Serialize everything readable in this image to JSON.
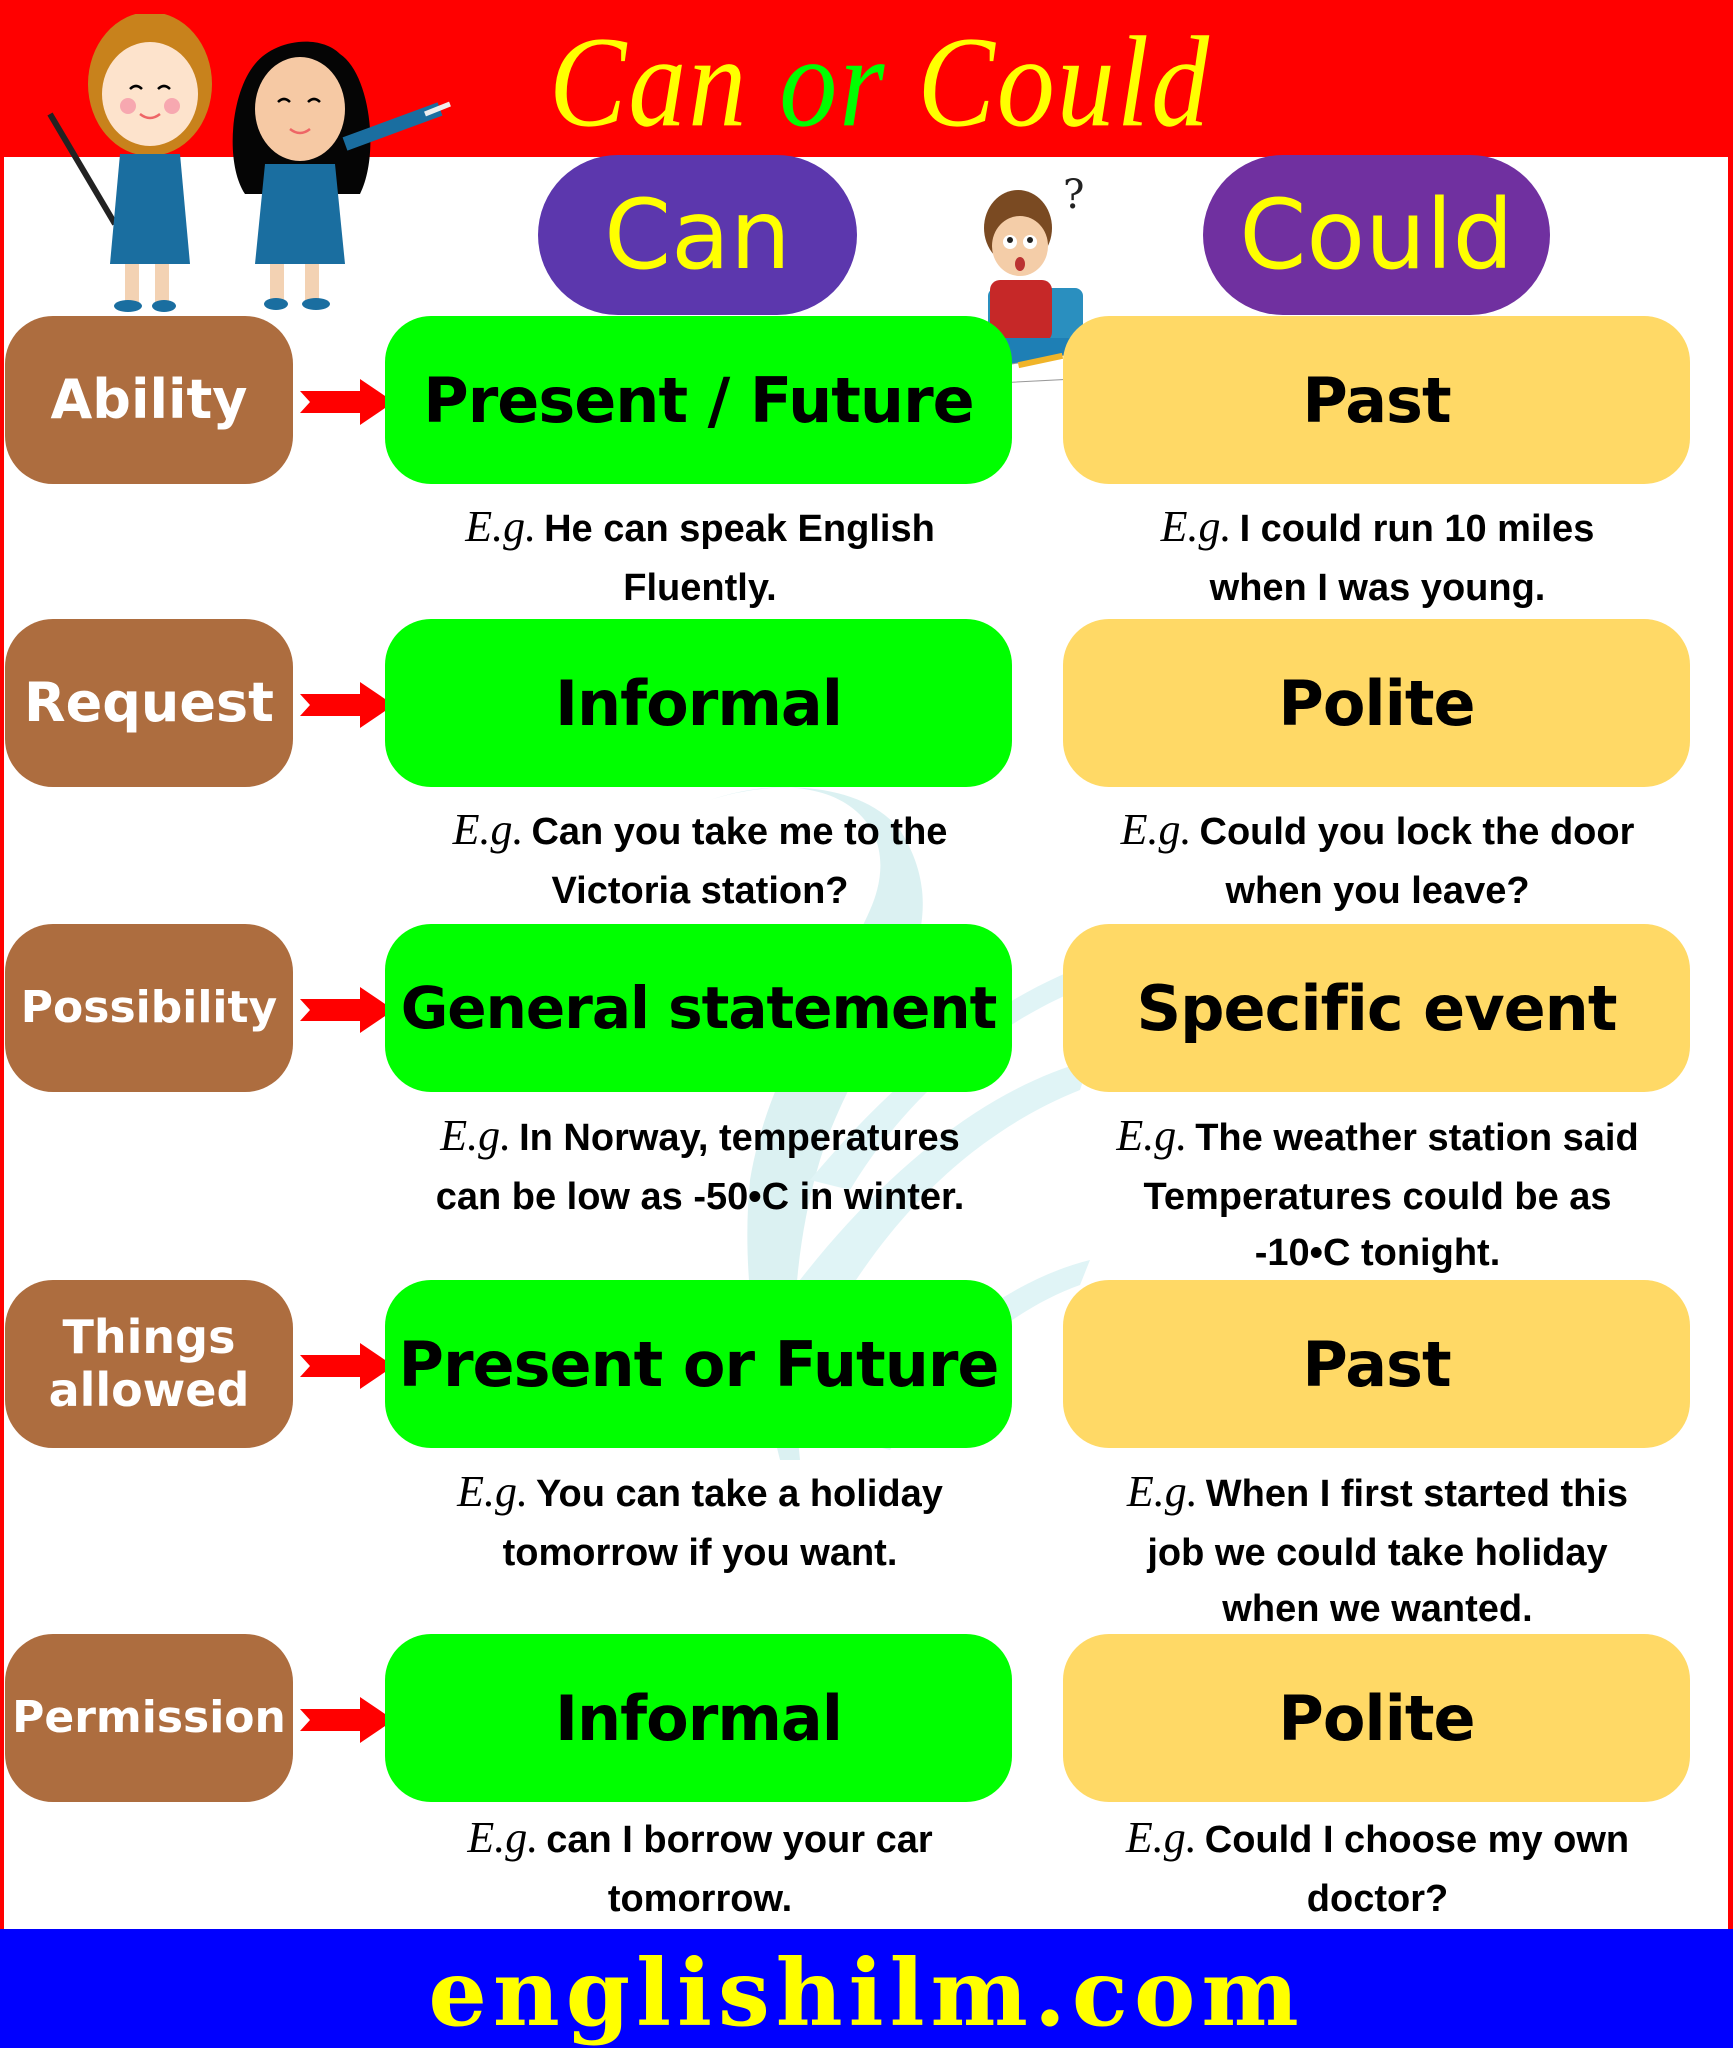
{
  "header": {
    "title_part1": "Can ",
    "title_part2": "or",
    "title_part3": " Could",
    "colors": {
      "background": "#ff0000",
      "title": "#ffff00",
      "title_or": "#00ff00"
    }
  },
  "columns": {
    "can_label": "Can",
    "could_label": "Could",
    "colors": {
      "can_pill": "#5c37ad",
      "could_pill": "#7030a0",
      "pill_text": "#ffff00"
    }
  },
  "illustrations": {
    "teachers": "two-teachers-with-pointers",
    "boy": "confused-boy-with-question-mark"
  },
  "rows": [
    {
      "label": "Ability",
      "can": "Present / Future",
      "could": "Past",
      "can_example": {
        "prefix": "E.g.",
        "lines": [
          "He can speak English",
          "Fluently."
        ]
      },
      "could_example": {
        "prefix": "E.g.",
        "lines": [
          "I could run 10 miles",
          "when I was young."
        ]
      }
    },
    {
      "label": "Request",
      "can": "Informal",
      "could": "Polite",
      "can_example": {
        "prefix": "E.g.",
        "lines": [
          "Can you take me to the",
          "Victoria station?"
        ]
      },
      "could_example": {
        "prefix": "E.g.",
        "lines": [
          "Could you lock the door",
          "when you leave?"
        ]
      }
    },
    {
      "label": "Possibility",
      "can": "General statement",
      "could": "Specific event",
      "can_example": {
        "prefix": "E.g.",
        "lines": [
          "In Norway, temperatures",
          "can be low as -50•C in winter."
        ]
      },
      "could_example": {
        "prefix": "E.g.",
        "lines": [
          "The weather station said",
          "Temperatures could be as",
          "-10•C tonight."
        ]
      }
    },
    {
      "label_line1": "Things",
      "label_line2": "allowed",
      "can": "Present or Future",
      "could": "Past",
      "can_example": {
        "prefix": "E.g.",
        "lines": [
          "You can take a holiday",
          "tomorrow if you want."
        ]
      },
      "could_example": {
        "prefix": "E.g.",
        "lines": [
          "When I first started this",
          "job we could take holiday",
          "when we wanted."
        ]
      }
    },
    {
      "label": "Permission",
      "can": "Informal",
      "could": "Polite",
      "can_example": {
        "prefix": "E.g.",
        "lines": [
          "can I borrow your car",
          "tomorrow."
        ]
      },
      "could_example": {
        "prefix": "E.g.",
        "lines": [
          "Could I choose my own",
          "doctor?"
        ]
      }
    }
  ],
  "colors": {
    "label_box": "#ad6d3f",
    "arrow": "#ff0000",
    "can_box": "#00ff00",
    "could_box": "#ffd966",
    "footer_bg": "#0000ff",
    "footer_text": "#ffff00"
  },
  "footer": {
    "site": "englishilm.com"
  }
}
